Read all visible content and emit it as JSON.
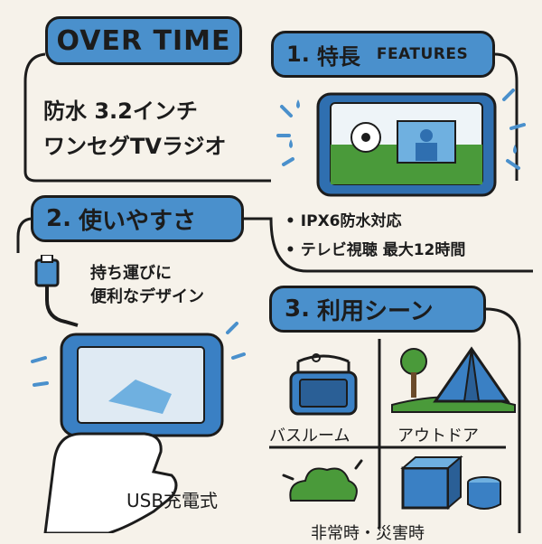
{
  "title": "OVER TIME",
  "intro": {
    "line1": "防水 3.2インチ",
    "line2": "ワンセグTVラジオ"
  },
  "section1": {
    "number": "1.",
    "label": "特長",
    "label_en": "FEATURES",
    "bullets": [
      "• IPX6防水対応",
      "• テレビ視聴 最大12時間"
    ]
  },
  "section2": {
    "number": "2.",
    "label": "使いやすさ",
    "caption_line1": "持ち運びに",
    "caption_line2": "便利なデザイン",
    "charging": "USB充電式"
  },
  "section3": {
    "number": "3.",
    "label": "利用シーン",
    "scenes": [
      "バスルーム",
      "アウトドア",
      "非常時・災害時"
    ]
  },
  "colors": {
    "accent": "#4a90cc",
    "outline": "#1c1c1c",
    "background": "#f6f2ea",
    "grass": "#4a9a3a"
  }
}
